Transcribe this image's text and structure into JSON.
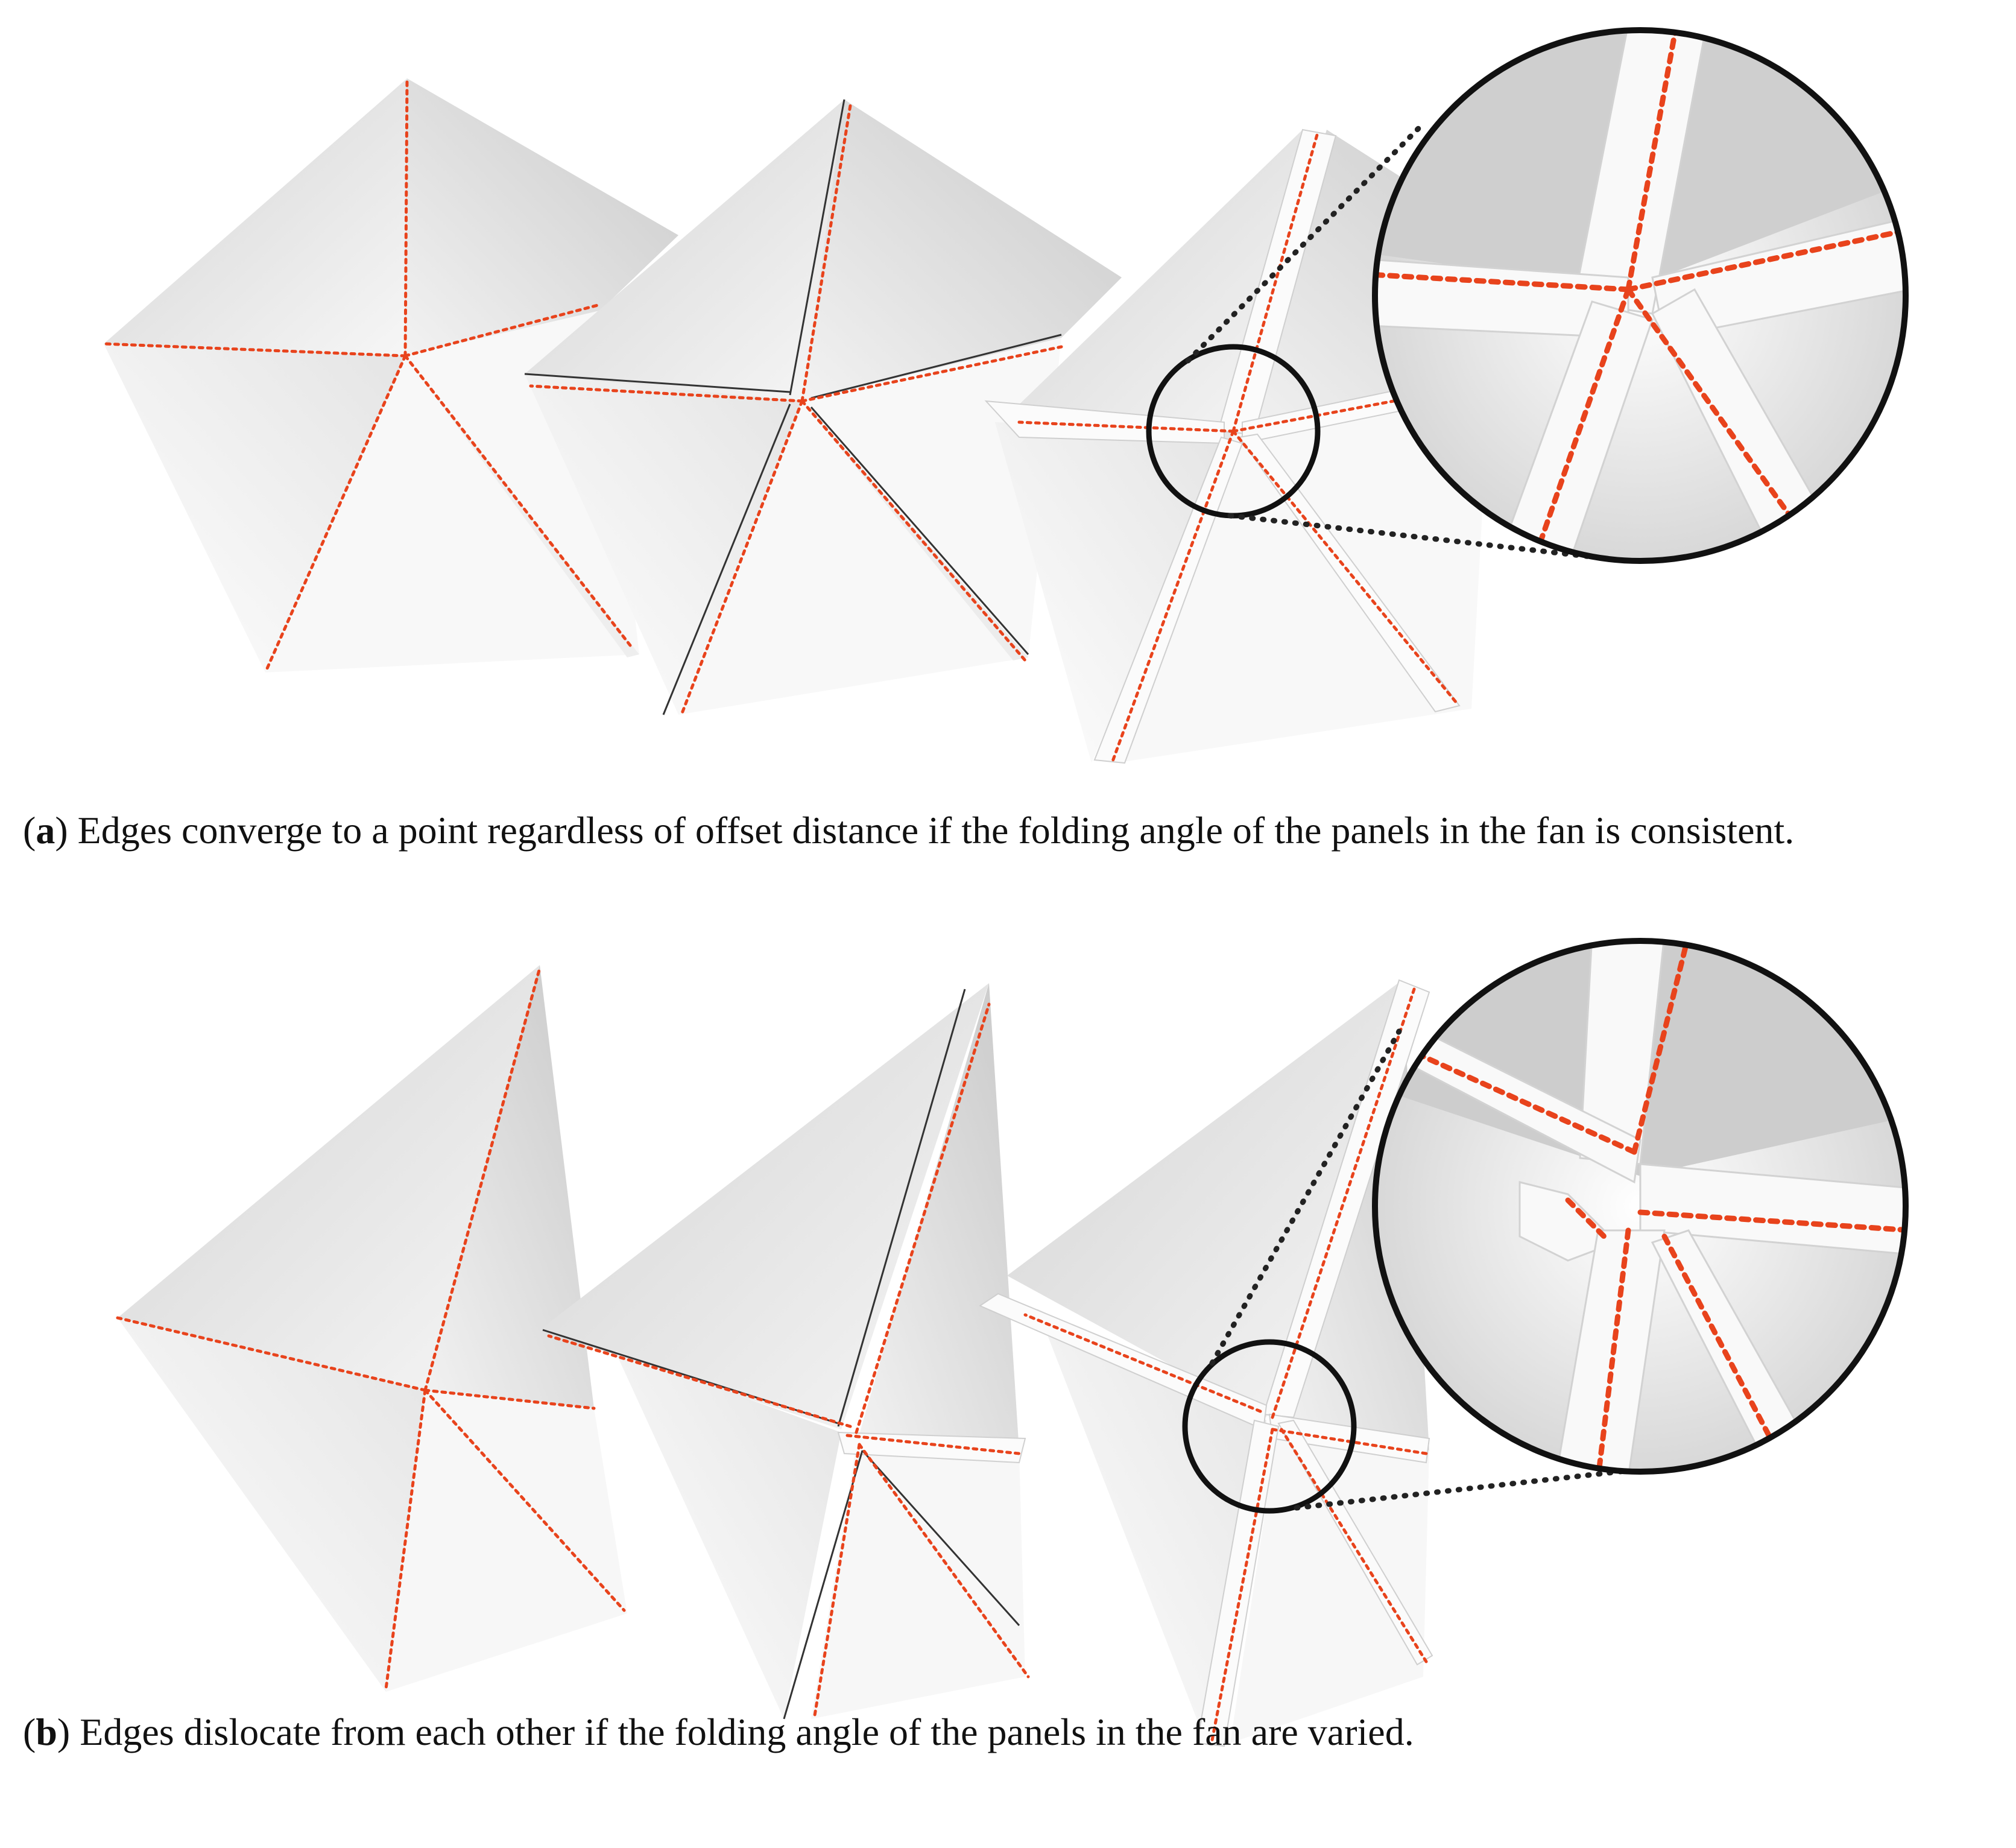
{
  "captions": {
    "a": {
      "letter": "a",
      "text": "Edges converge to a point regardless of offset distance if the folding angle of the panels in the fan is consistent."
    },
    "b": {
      "letter": "b",
      "text": "Edges dislocate from each other if the folding angle of the panels in the fan are varied."
    }
  },
  "colors": {
    "crease": "#e8431c",
    "panel_light": "#f7f7f7",
    "panel_mid": "#e6e6e6",
    "panel_dark": "#cfcfcf",
    "edge": "#333333",
    "circle": "#111111",
    "connector": "#222222"
  }
}
